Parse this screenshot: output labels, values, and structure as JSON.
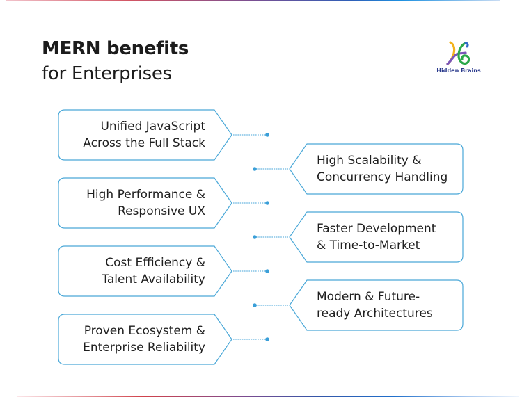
{
  "header": {
    "title_bold": "MERN benefits",
    "title_regular": "for Enterprises"
  },
  "logo": {
    "name": "Hidden Brains",
    "icon": "hidden-brains-hb-logo-icon"
  },
  "colors": {
    "box_border": "#4aa8d8",
    "connector": "#4aa8d8",
    "text": "#1f1f1f"
  },
  "benefits": {
    "left": [
      {
        "line1": "Unified JavaScript",
        "line2": "Across the Full Stack"
      },
      {
        "line1": "High Performance &",
        "line2": "Responsive UX"
      },
      {
        "line1": "Cost Efficiency &",
        "line2": "Talent Availability"
      },
      {
        "line1": "Proven Ecosystem &",
        "line2": "Enterprise Reliability"
      }
    ],
    "right": [
      {
        "line1": "High Scalability &",
        "line2": "Concurrency Handling"
      },
      {
        "line1": "Faster Development",
        "line2": "& Time-to-Market"
      },
      {
        "line1": "Modern & Future-",
        "line2": "ready Architectures"
      }
    ]
  }
}
